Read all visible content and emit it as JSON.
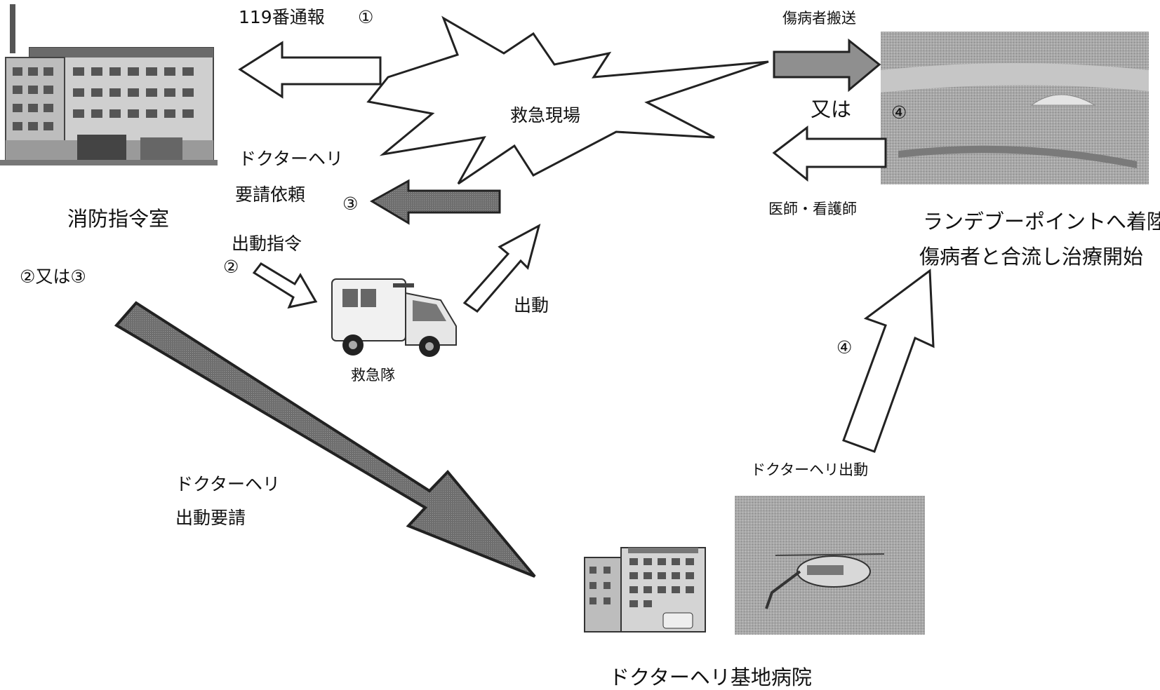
{
  "step1_label": "119番通報",
  "step1_num": "①",
  "scene_label": "救急現場",
  "transport_label": "傷病者搬送",
  "or_label": "又は",
  "step4_num_top": "④",
  "doctor_nurse_label": "医師・看護師",
  "dispatch_room_label": "消防指令室",
  "heli_request_line1": "ドクターヘリ",
  "heli_request_line2": "要請依頼",
  "step3_num": "③",
  "dispatch_order_label": "出動指令",
  "step2_num": "②",
  "step2or3_label": "②又は③",
  "depart_label": "出動",
  "ambulance_label": "救急隊",
  "landing_line1": "ランデブーポイントへ着陸",
  "landing_line2": "傷病者と合流し治療開始",
  "step4_num_bottom": "④",
  "heli_depart_label": "ドクターヘリ出動",
  "heli_dispatch_line1": "ドクターヘリ",
  "heli_dispatch_line2": "出動要請",
  "base_hospital_label": "ドクターヘリ基地病院",
  "colors": {
    "dark_arrow": "#555555",
    "medium_arrow": "#909090",
    "photo_gray": "#a9a9a9"
  }
}
